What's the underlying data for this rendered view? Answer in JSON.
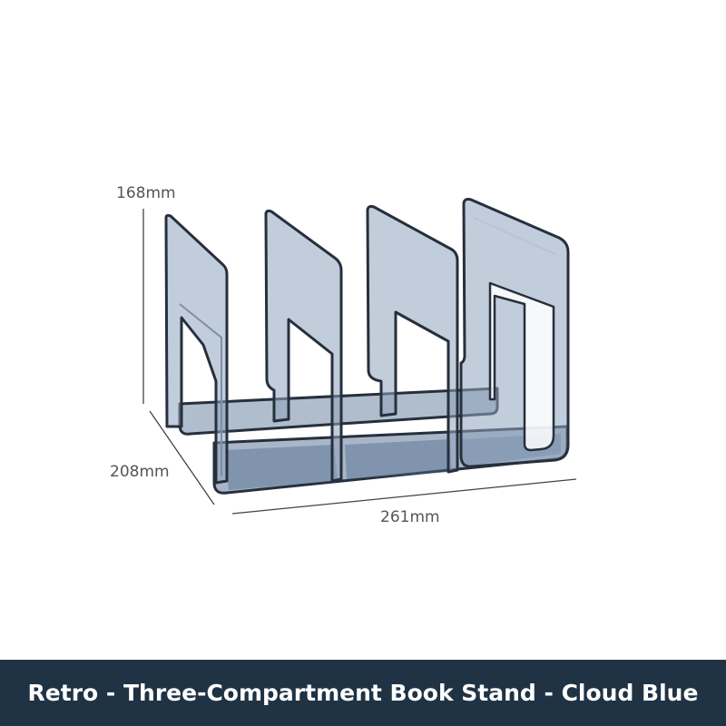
{
  "dimensions": {
    "height_label": "168mm",
    "depth_label": "208mm",
    "width_label": "261mm"
  },
  "caption": {
    "text": "Retro - Three-Compartment Book Stand - Cloud Blue"
  },
  "colors": {
    "caption_background": "#1f3345",
    "caption_text": "#ffffff",
    "acrylic_fill": "#8fa4be",
    "acrylic_edge": "#2a3442",
    "dimension_line": "#444444"
  }
}
